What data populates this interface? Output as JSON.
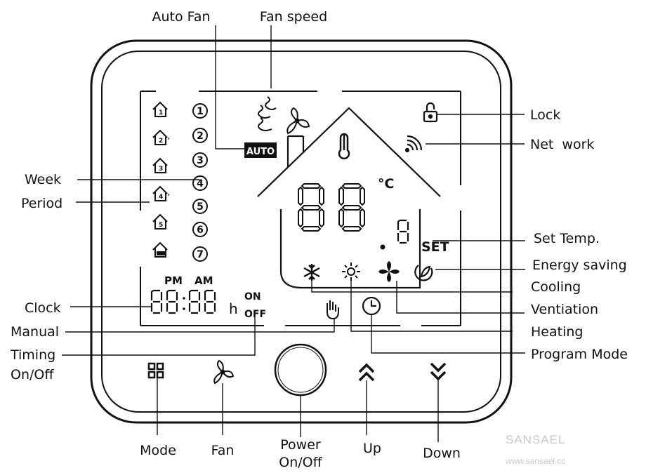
{
  "labels": {
    "auto_fan": "Auto Fan",
    "fan_speed": "Fan speed",
    "lock": "Lock",
    "network": "Net  work",
    "week": "Week",
    "period": "Period",
    "set_temp": "Set Temp.",
    "energy_saving": "Energy saving",
    "cooling": "Cooling",
    "ventilation": "Ventiation",
    "clock": "Clock",
    "manual": "Manual",
    "heating": "Heating",
    "timing_line1": "Timing",
    "timing_line2": "On/Off",
    "program_mode": "Program Mode",
    "mode": "Mode",
    "fan": "Fan",
    "power_line1": "Power",
    "power_line2": "On/Off",
    "up": "Up",
    "down": "Down"
  },
  "display": {
    "auto_badge": "AUTO",
    "degree_unit": "°C",
    "set_indicator": "SET",
    "pm": "PM",
    "am": "AM",
    "hour_suffix": "h",
    "timer_on": "ON",
    "timer_off": "OFF",
    "period_numbers": [
      "1",
      "2",
      "3",
      "4",
      "5",
      "6",
      "7"
    ],
    "week_day_codes": [
      "1",
      "2",
      "3",
      "4",
      "5",
      ""
    ]
  },
  "watermark": {
    "brand": "SANSAEL",
    "url": "www.sansael.cc"
  },
  "icons": {
    "lock": "padlock-icon",
    "network": "wifi-signal-icon",
    "thermometer": "thermometer-icon",
    "cooling": "snowflake-icon",
    "heating": "sun-icon",
    "ventilation": "fan-blade-icon",
    "energy_saving": "leaf-icon",
    "manual": "hand-icon",
    "program": "clock-icon",
    "mode": "grid-icon",
    "fan": "fan-icon",
    "power": "power-circle-icon",
    "up": "chevron-up-icon",
    "down": "chevron-down-icon"
  }
}
